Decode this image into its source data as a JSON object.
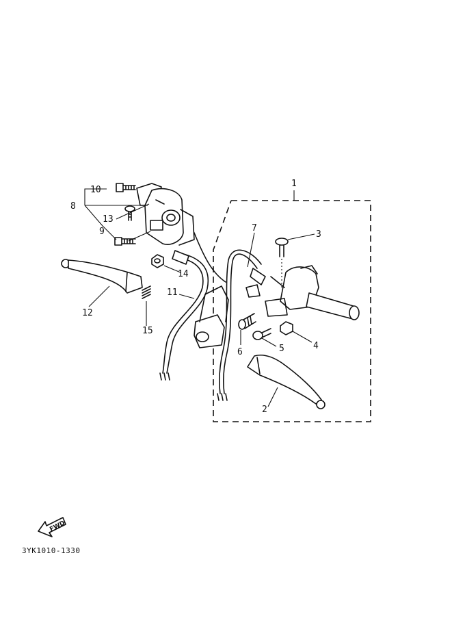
{
  "callouts": {
    "c1": "1",
    "c2": "2",
    "c3": "3",
    "c4": "4",
    "c5": "5",
    "c6": "6",
    "c7": "7",
    "c8": "8",
    "c9": "9",
    "c10": "10",
    "c11": "11",
    "c12": "12",
    "c13": "13",
    "c14": "14",
    "c15": "15"
  },
  "fwd_label": "FWD",
  "part_code": "3YK1010-1330"
}
